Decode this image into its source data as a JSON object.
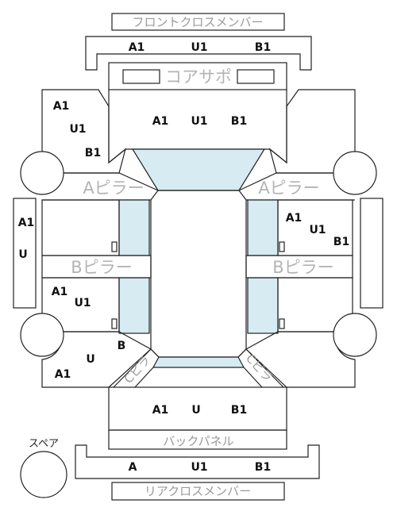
{
  "labels": {
    "front_cross_member": "フロントクロスメンバー",
    "core_support": "コアサポ",
    "a_pillar_left": "Aピラー",
    "a_pillar_right": "Aピラー",
    "b_pillar_left": "Bピラー",
    "b_pillar_right": "Bピラー",
    "back_panel": "バックパネル",
    "rear_cross_member": "リアクロスメンバー",
    "spare": "スペア",
    "c_pillar_left": "Cピラ",
    "c_pillar_right": "Cピラ"
  },
  "codes": {
    "front_cross": [
      "A1",
      "U1",
      "B1"
    ],
    "core_support": [
      "A1",
      "U1",
      "B1"
    ],
    "front_left_fender": [
      "A1",
      "U1",
      "B1"
    ],
    "front_right_door": [
      "A1",
      "U1",
      "B1"
    ],
    "left_sill": [
      "A1",
      "U"
    ],
    "rear_left_door": [
      "A1",
      "U1"
    ],
    "rear_left_quarter": [
      "B",
      "U",
      "A1"
    ],
    "rear_trunk": [
      "A1",
      "U",
      "B1"
    ],
    "rear_cross": [
      "A",
      "U1",
      "B1"
    ]
  },
  "colors": {
    "glass": "#d6ebf2",
    "line": "#222222",
    "label_gray": "#9a9a9a"
  }
}
